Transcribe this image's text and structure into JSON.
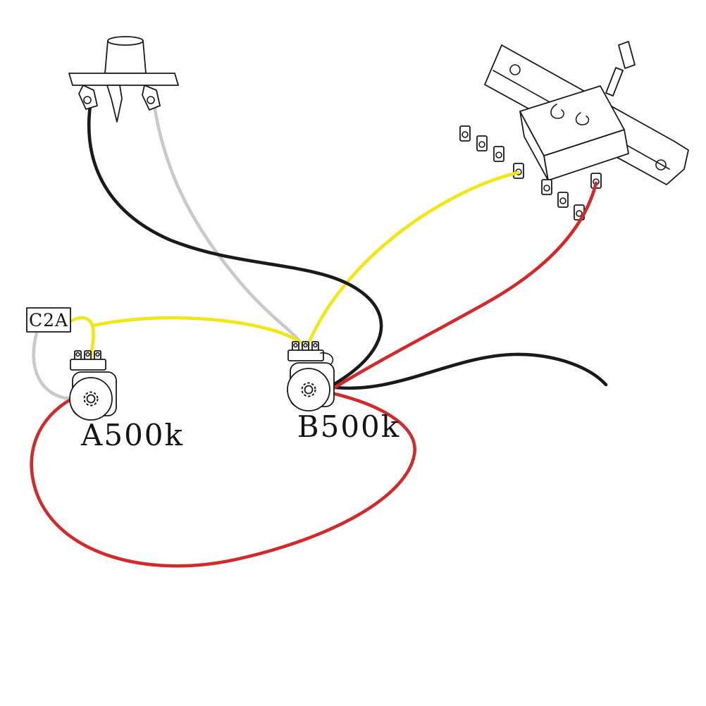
{
  "diagram": {
    "labels": {
      "capacitor": "C2A",
      "pot_a": "A500k",
      "pot_b": "B500k"
    },
    "colors": {
      "wire_black": "#1a1a1a",
      "wire_yellow": "#f2e712",
      "wire_red": "#d4292a",
      "wire_gray": "#c9c9c9",
      "line_art": "#1a1a1a",
      "background": "#ffffff"
    },
    "components": [
      {
        "name": "output-jack"
      },
      {
        "name": "pickup-selector-switch"
      },
      {
        "name": "potentiometer-a",
        "label": "A500k"
      },
      {
        "name": "potentiometer-b",
        "label": "B500k"
      },
      {
        "name": "capacitor",
        "label": "C2A"
      }
    ]
  }
}
